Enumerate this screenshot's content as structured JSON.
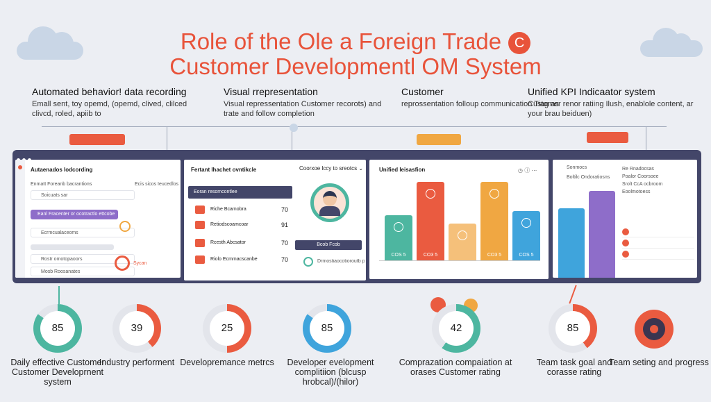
{
  "header": {
    "title_line1": "Role of the Ole a Foreign Trade",
    "title_line2": "Customer Developmentl OM System",
    "title_mark_glyph": "C",
    "title_color": "#e8533a"
  },
  "features": [
    {
      "title": "Automated behavior! data recording",
      "desc": "Emall sent, toy opemd, (opemd, clived, clilced clivcd, roled, apiib to"
    },
    {
      "title": "Visual rrepresentation",
      "desc": "Visual repressentation Customer recorots) and trate and follow completion"
    },
    {
      "title": "Customer",
      "desc": "reprossentation folloup communication Tiag as"
    },
    {
      "title": "Unified KPI Indicaator system",
      "desc": "Customer renor ratiing Ilush, enablole content, ar your brau beiduen)"
    }
  ],
  "monitor": {
    "panel1": {
      "title": "Autaenados lodcording",
      "header_left": "Enmatt Foreanb bacrantions",
      "header_right": "Ecis sicos Ieucedlos",
      "rows": [
        "Soicuats sar",
        "Eanl Fracenter or ocotractlo ettcobe",
        "Ecrmcualaceoms",
        "Rostr omotopaoors",
        "Mosb Roosanates"
      ],
      "side_label": "Sycan"
    },
    "panel2": {
      "title": "Fertant Ihachet ovntikcle",
      "dropdown": "Coorxoe lccy to sreotcs",
      "list_header": "Eoran resomcontlee",
      "rows": [
        {
          "label": "Riche Bcamobra",
          "value": "70"
        },
        {
          "label": "Retiodscoamcoar",
          "value": "91"
        },
        {
          "label": "Rcesth Abcsator",
          "value": "70"
        },
        {
          "label": "Riolo Ecmmacscanbe",
          "value": "70"
        }
      ],
      "button": "Bcob Fcob",
      "footer": "Drmostiaocotioroutb pasronthtcmoar"
    },
    "panel3": {
      "title": "Unified Ieisasfion",
      "bars": [
        {
          "label": "COS 5",
          "value": 55,
          "color": "#4db6a0"
        },
        {
          "label": "CO3 5",
          "value": 95,
          "color": "#ea5b40"
        },
        {
          "label": "",
          "value": 45,
          "color": "#f5c07a"
        },
        {
          "label": "CO3 5",
          "value": 95,
          "color": "#f0a742"
        },
        {
          "label": "COS 5",
          "value": 60,
          "color": "#3fa4dc"
        }
      ]
    },
    "panel4": {
      "title": "Sonmocs",
      "subtitle": "Boltilc Ondoratiosns",
      "lines": [
        "Re Rnadocsas",
        "Poalor Coorsoee",
        "Srolt CcA ocbroom",
        "Eoolmotoess"
      ],
      "bars": [
        {
          "value": 100,
          "color": "#3fa4dc"
        },
        {
          "value": 125,
          "color": "#8e6dc9"
        }
      ]
    }
  },
  "stats": [
    {
      "value": "85",
      "label": "Daily effective Customer Customer Developrnent system",
      "color": "#4db6a0",
      "percent": 85
    },
    {
      "value": "39",
      "label": "Industry performent",
      "color": "#ea5b40",
      "percent": 39
    },
    {
      "value": "25",
      "label": "Developremance metrcs",
      "color": "#ea5b40",
      "percent": 50
    },
    {
      "value": "85",
      "label": "Developer evelopment complitiion (blcusp hrobcal)/(hilor)",
      "color": "#3fa4dc",
      "percent": 85
    },
    {
      "value": "42",
      "label": "Comprazation compaiation at orases Customer rating",
      "color": "#4db6a0",
      "percent": 60
    },
    {
      "value": "85",
      "label": "Team task goal and corasse rating",
      "color": "#ea5b40",
      "percent": 40
    },
    {
      "value": "",
      "label": "Team seting and progress",
      "color": "#ea5b40",
      "percent": 100
    }
  ]
}
